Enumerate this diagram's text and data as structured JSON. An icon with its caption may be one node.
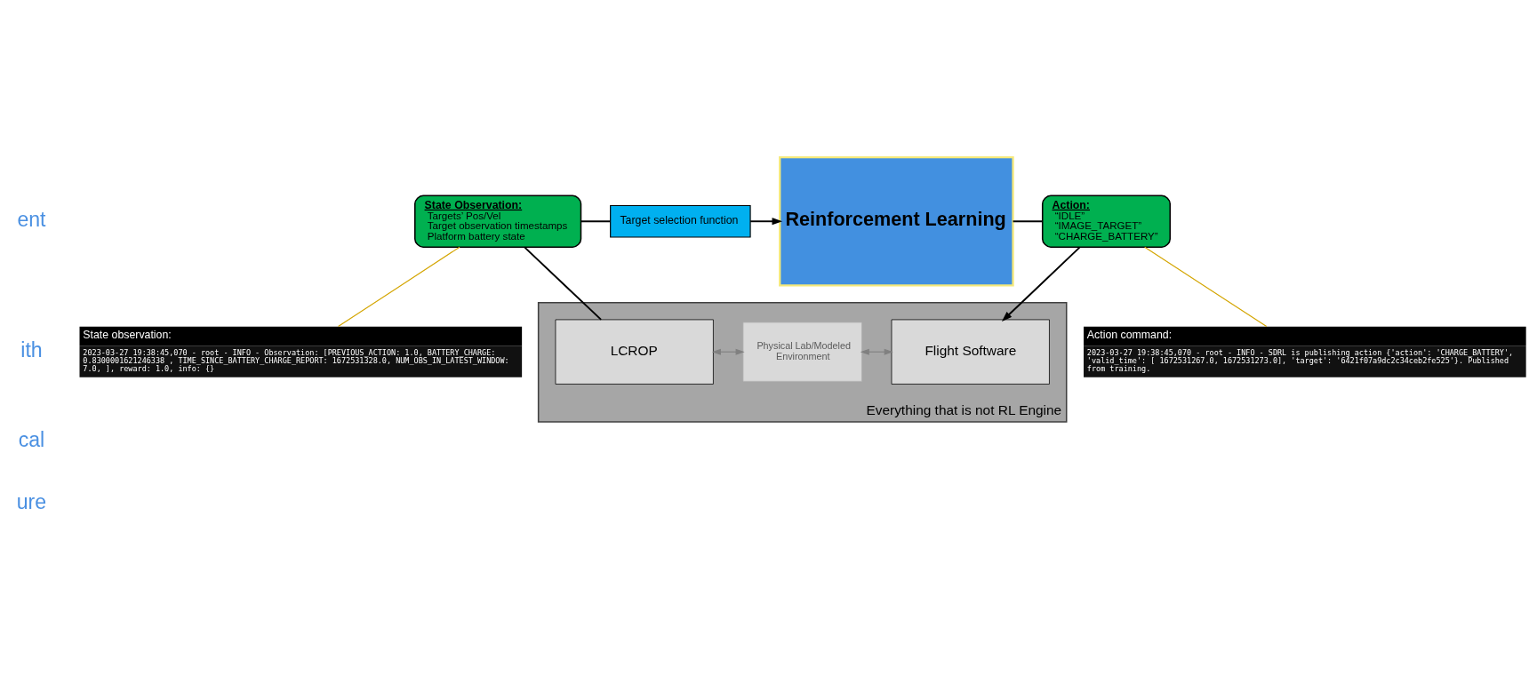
{
  "diagram": {
    "nodes": [
      {
        "text": [
          "State Observation:",
          "Targets’ Pos/Vel",
          "Target observation timestamps",
          "Platform battery state"
        ]
      },
      {
        "text": [
          "Target selection function"
        ]
      },
      {
        "text": [
          "Reinforcement Learning"
        ]
      },
      {
        "text": [
          "Action:",
          "“IDLE”",
          "“IMAGE_TARGET”",
          "“CHARGE_BATTERY”"
        ]
      },
      {
        "text": [
          "State observation:",
          "2023-03-27 19:38:45,070 - root - INFO - Observation: [PREVIOUS_ACTION: 1.0, BATTERY_CHARGE: 0.8300001621246338 , TIME_SINCE_BATTERY_CHARGE_REPORT: 1672531328.0, NUM_OBS_IN_LATEST_WINDOW: 7.0, ], reward: 1.0, info: {}"
        ]
      },
      {
        "text": [
          "Action command:",
          "2023-03-27 19:38:45,070 - root - INFO - SDRL is publishing action {'action': 'CHARGE_BATTERY', 'valid_time': [ 1672531267.0, 1672531273.0], 'target': '6421f07a9dc2c34ceb2fe525'}. Published from training."
        ]
      },
      {
        "text": [
          "Everything that is not RL Engine"
        ]
      },
      {
        "text": [
          "LCROP"
        ],
        "in": 6
      },
      {
        "text": [
          "Physical Lab/Modeled Environment"
        ],
        "in": 6
      },
      {
        "text": [
          "Flight Software"
        ],
        "in": 6
      }
    ],
    "edges": [
      {
        "from": 0,
        "to": 1,
        "arrow": "none"
      },
      {
        "from": 1,
        "to": 2,
        "arrow": "to"
      },
      {
        "from": 2,
        "to": 3,
        "arrow": "none"
      },
      {
        "from": 0,
        "to": 4,
        "arrow": "none",
        "color": "#d4a500"
      },
      {
        "from": 3,
        "to": 5,
        "arrow": "none",
        "color": "#d4a500"
      },
      {
        "from": 3,
        "to": 9,
        "arrow": "to"
      },
      {
        "from": 0,
        "to": 7,
        "arrow": "none"
      },
      {
        "from": 7,
        "to": 8,
        "arrow": "both",
        "color": "#808080"
      },
      {
        "from": 8,
        "to": 9,
        "arrow": "both",
        "color": "#808080"
      }
    ],
    "labels": [
      "ent",
      "ith",
      "cal",
      "ure"
    ]
  }
}
